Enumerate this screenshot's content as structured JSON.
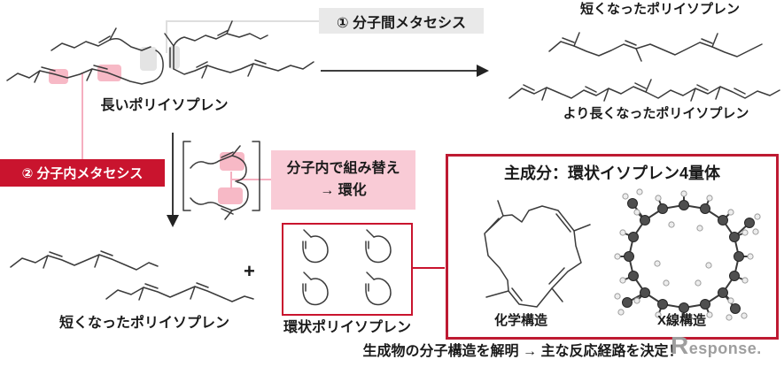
{
  "labels": {
    "long_polyisoprene": "長いポリイソプレン",
    "step1": "① 分子間メタセシス",
    "short_product_top": "短くなったポリイソプレン",
    "longer_product": "より長くなったポリイソプレン",
    "step2": "② 分子内メタセシス",
    "rearrange_line1": "分子内で組み替え",
    "rearrange_line2": "→ 環化",
    "plus": "+",
    "short_product_bottom": "短くなったポリイソプレン",
    "cyclic_polyisoprene": "環状ポリイソプレン",
    "main_component_title": "主成分：環状イソプレン4量体",
    "chemical_structure": "化学構造",
    "xray_structure": "X線構造",
    "conclusion": "生成物の分子構造を解明 → 主な反応経路を決定！"
  },
  "watermark": "Response.",
  "colors": {
    "accent_red": "#C9142E",
    "box_border_red": "#BE1A32",
    "pink_fill": "#F9CBD6",
    "pink_highlight": "#F7B9C6",
    "gray_fill": "#E9E9E9",
    "gray_highlight": "#E4E4E4",
    "text": "#1A1A1A",
    "watermark_gray": "#9E9E9E"
  }
}
